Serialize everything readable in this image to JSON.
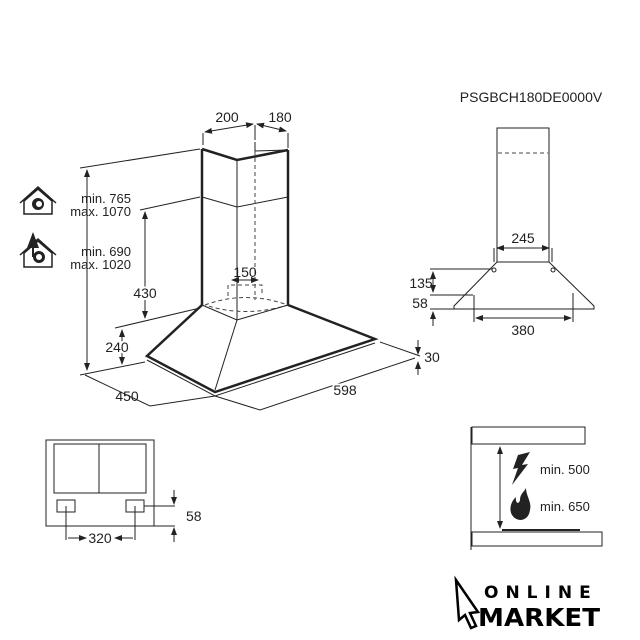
{
  "model_code": "PSGBCH180DE0000V",
  "main_view": {
    "chimney_width": "200",
    "chimney_depth": "180",
    "outlet_diameter": "150",
    "upper_height": "430",
    "canopy_height": "240",
    "hood_depth": "450",
    "hood_width": "598",
    "edge_thickness": "30",
    "extraction_mode": {
      "icon": "extraction-house-icon",
      "min": "min. 765",
      "max": "max. 1070"
    },
    "recirculation_mode": {
      "icon": "recirculation-house-icon",
      "min": "min. 690",
      "max": "max. 1020"
    }
  },
  "side_view": {
    "bracket_width": "245",
    "bracket_height": "135",
    "lower_offset": "58",
    "mount_width": "380"
  },
  "bottom_view": {
    "hole_spacing": "320",
    "hole_offset": "58"
  },
  "clearance_view": {
    "electric": {
      "icon": "lightning-icon",
      "label": "min. 500"
    },
    "gas": {
      "icon": "flame-icon",
      "label": "min. 650"
    }
  },
  "logo": {
    "line1": "ONLINE",
    "line2": "MARKET"
  }
}
